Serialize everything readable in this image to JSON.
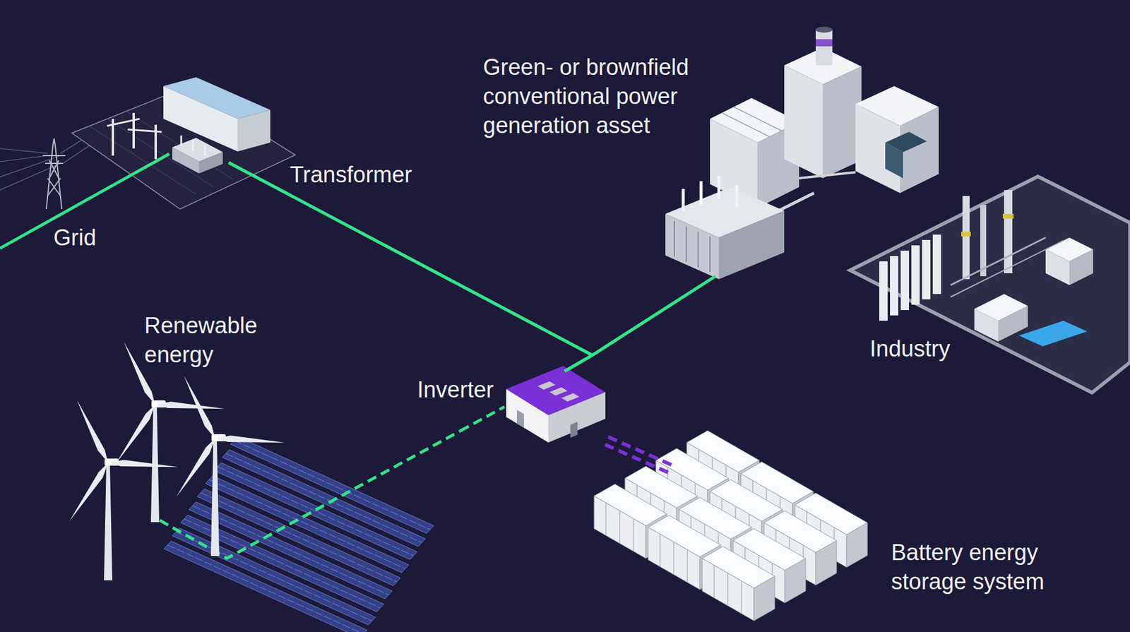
{
  "diagram": {
    "nodes": [
      {
        "text": [
          "Green- or brownfield conventional power generation asset"
        ]
      },
      {
        "text": [
          "Transformer"
        ]
      },
      {
        "text": [
          "Grid"
        ]
      },
      {
        "text": [
          "Renewable energy"
        ]
      },
      {
        "text": [
          "Industry"
        ]
      },
      {
        "text": [
          "Inverter"
        ]
      },
      {
        "text": [
          "Battery energy storage system"
        ]
      }
    ],
    "edges": [
      {
        "from": 2,
        "to": 1,
        "arrow": "none"
      },
      {
        "from": 1,
        "to": 5,
        "arrow": "none"
      },
      {
        "from": 1,
        "to": 0,
        "arrow": "none"
      },
      {
        "from": 5,
        "to": 0,
        "arrow": "none"
      },
      {
        "from": 3,
        "to": 5,
        "arrow": "none"
      },
      {
        "from": 5,
        "to": 6,
        "arrow": "none"
      }
    ]
  }
}
